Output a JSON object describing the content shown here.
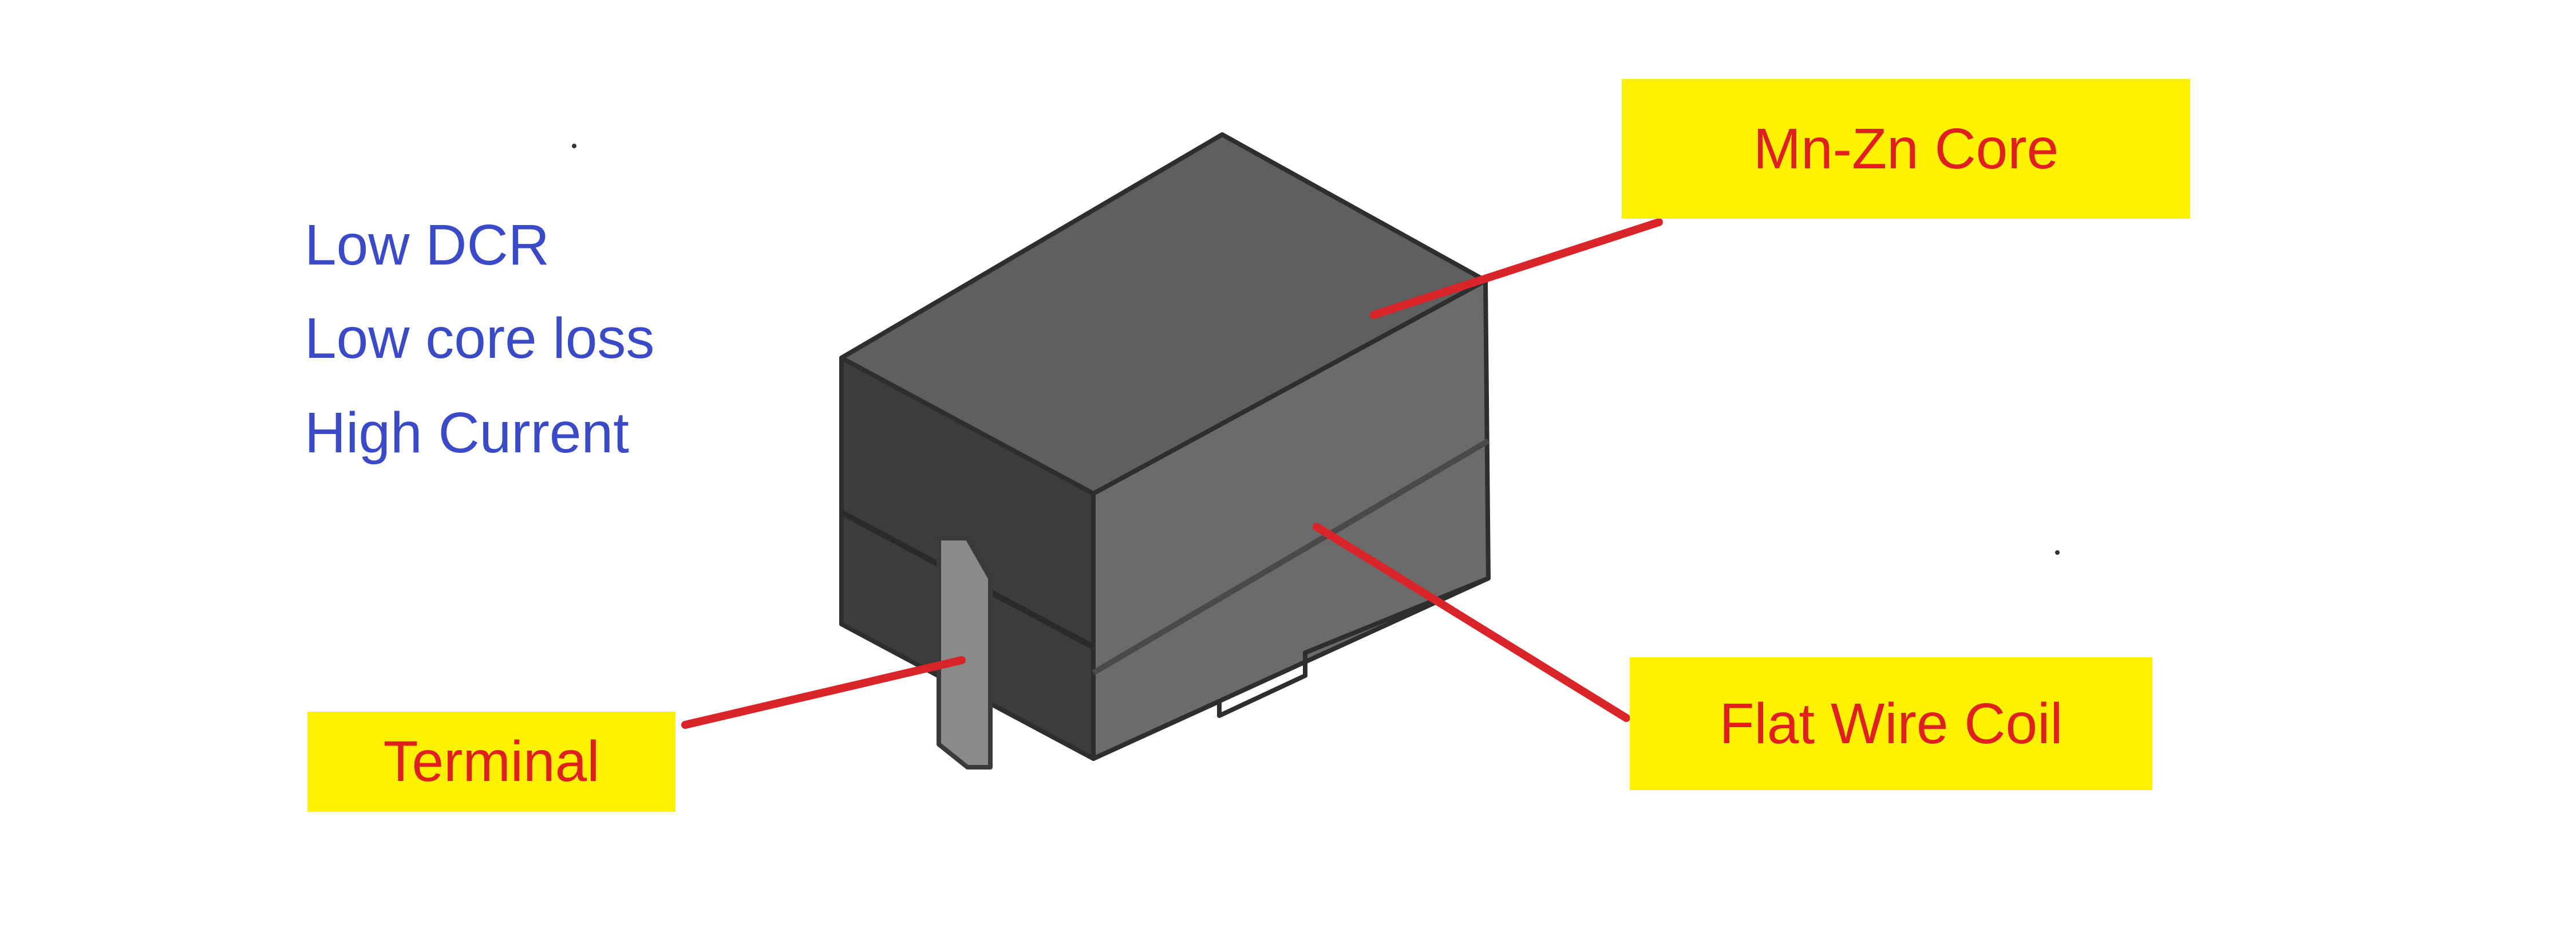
{
  "features": [
    "Low DCR",
    "Low core loss",
    "High Current"
  ],
  "labels": {
    "core": "Mn-Zn Core",
    "coil": "Flat Wire Coil",
    "terminal": "Terminal"
  },
  "colors": {
    "feature_text": "#3b4bc8",
    "label_text": "#e0201e",
    "label_bg": "#fff200",
    "leader": "#d9252a"
  }
}
